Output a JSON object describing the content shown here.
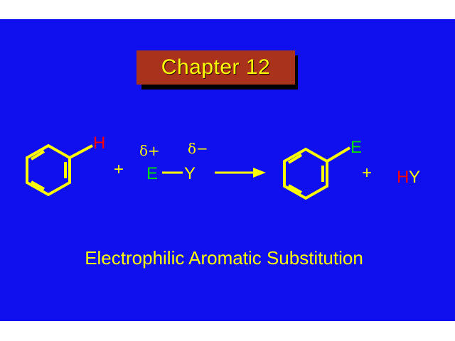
{
  "slide": {
    "title": "Chapter 12",
    "caption": "Electrophilic Aromatic Substitution",
    "colors": {
      "background": "#1010ee",
      "title_box": "#a8321c",
      "text": "#ffff00",
      "hydrogen": "#ff0000",
      "electrophile": "#00dd00"
    }
  },
  "reaction": {
    "reactant_h": "H",
    "plus_1": "+",
    "delta_plus": "δ+",
    "delta_minus": "δ−",
    "reagent_e": "E",
    "reagent_y": "Y",
    "product_e": "E",
    "plus_2": "+",
    "byproduct_h": "H",
    "byproduct_y": "Y"
  }
}
